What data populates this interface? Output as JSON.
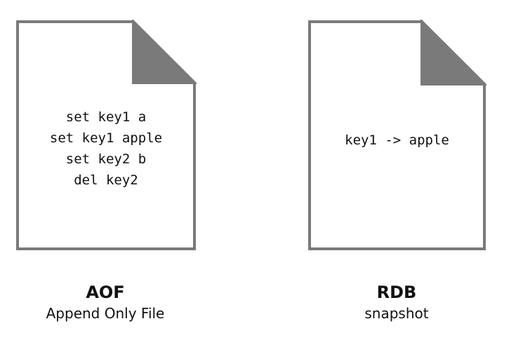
{
  "documents": [
    {
      "lines": [
        "set key1 a",
        "set key1 apple",
        "set key2 b",
        "del key2"
      ],
      "title": "AOF",
      "subtitle": "Append Only File"
    },
    {
      "lines": [
        "key1 -> apple"
      ],
      "title": "RDB",
      "subtitle": "snapshot"
    }
  ],
  "colors": {
    "outline": "#7a7a7a",
    "fold": "#7a7a7a",
    "text": "#111111"
  }
}
